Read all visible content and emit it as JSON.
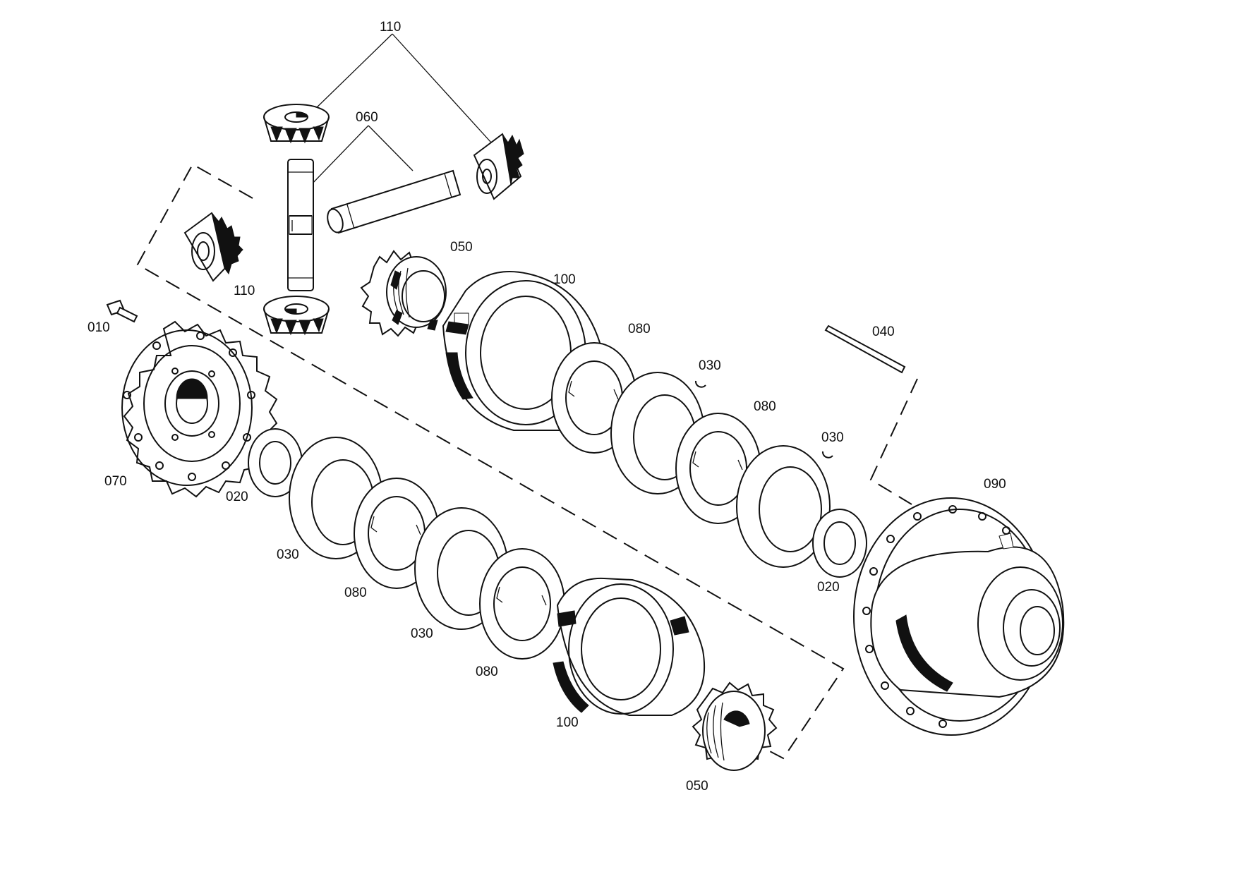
{
  "labels": {
    "p110_top": "110",
    "p060": "060",
    "p050_top": "050",
    "p100_top": "100",
    "p110_mid": "110",
    "p010": "010",
    "p080_a": "080",
    "p030_a": "030",
    "p040": "040",
    "p080_b": "080",
    "p030_b": "030",
    "p090": "090",
    "p070": "070",
    "p020_left": "020",
    "p030_c": "030",
    "p080_c": "080",
    "p030_d": "030",
    "p080_d": "080",
    "p100_bottom": "100",
    "p050_bottom": "050",
    "p020_right": "020"
  }
}
